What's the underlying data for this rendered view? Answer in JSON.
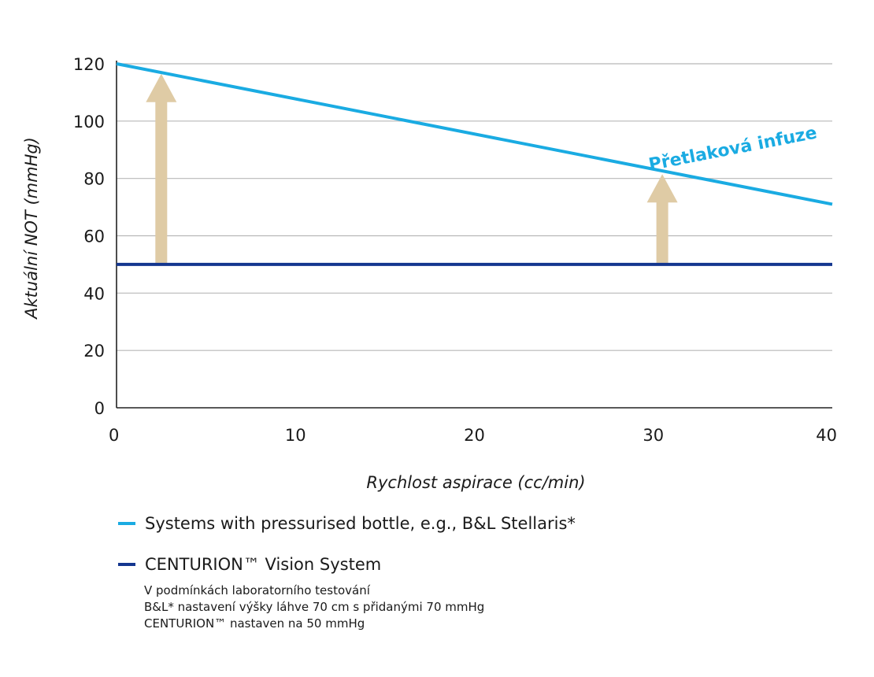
{
  "chart_data": {
    "type": "line",
    "xlabel": "Rychlost aspirace (cc/min)",
    "ylabel": "Aktuální NOT (mmHg)",
    "xlim": [
      0,
      40
    ],
    "ylim": [
      0,
      120
    ],
    "x_ticks": [
      0,
      10,
      20,
      30,
      40
    ],
    "y_ticks": [
      0,
      20,
      40,
      60,
      80,
      100,
      120
    ],
    "grid": "horizontal",
    "series": [
      {
        "name": "Systems with pressurised bottle, e.g., B&L Stellaris*",
        "color": "#1aabe2",
        "points": [
          [
            0,
            120
          ],
          [
            40,
            71
          ]
        ]
      },
      {
        "name": "CENTURION™ Vision System",
        "color": "#14368f",
        "points": [
          [
            0,
            50
          ],
          [
            40,
            50
          ]
        ]
      }
    ],
    "annotations": [
      {
        "text": "Přetlaková infuze",
        "color": "#1aabe2",
        "x": 34.5,
        "y": 83.5,
        "angle": -11
      }
    ],
    "arrows": [
      {
        "x": 2.5,
        "from": 50,
        "to": 116.5,
        "color": "#dfcba5"
      },
      {
        "x": 30.5,
        "from": 50,
        "to": 81.5,
        "color": "#dfcba5"
      }
    ]
  },
  "legend": {
    "items": [
      {
        "label": "Systems with pressurised bottle, e.g., B&L Stellaris*",
        "color": "#1aabe2"
      },
      {
        "label": "CENTURION™ Vision System",
        "color": "#14368f"
      }
    ]
  },
  "notes": [
    "V podmínkách laboratorního testování",
    "B&L* nastavení výšky láhve 70 cm s přidanými 70 mmHg",
    "CENTURION™ nastaven na 50 mmHg"
  ]
}
